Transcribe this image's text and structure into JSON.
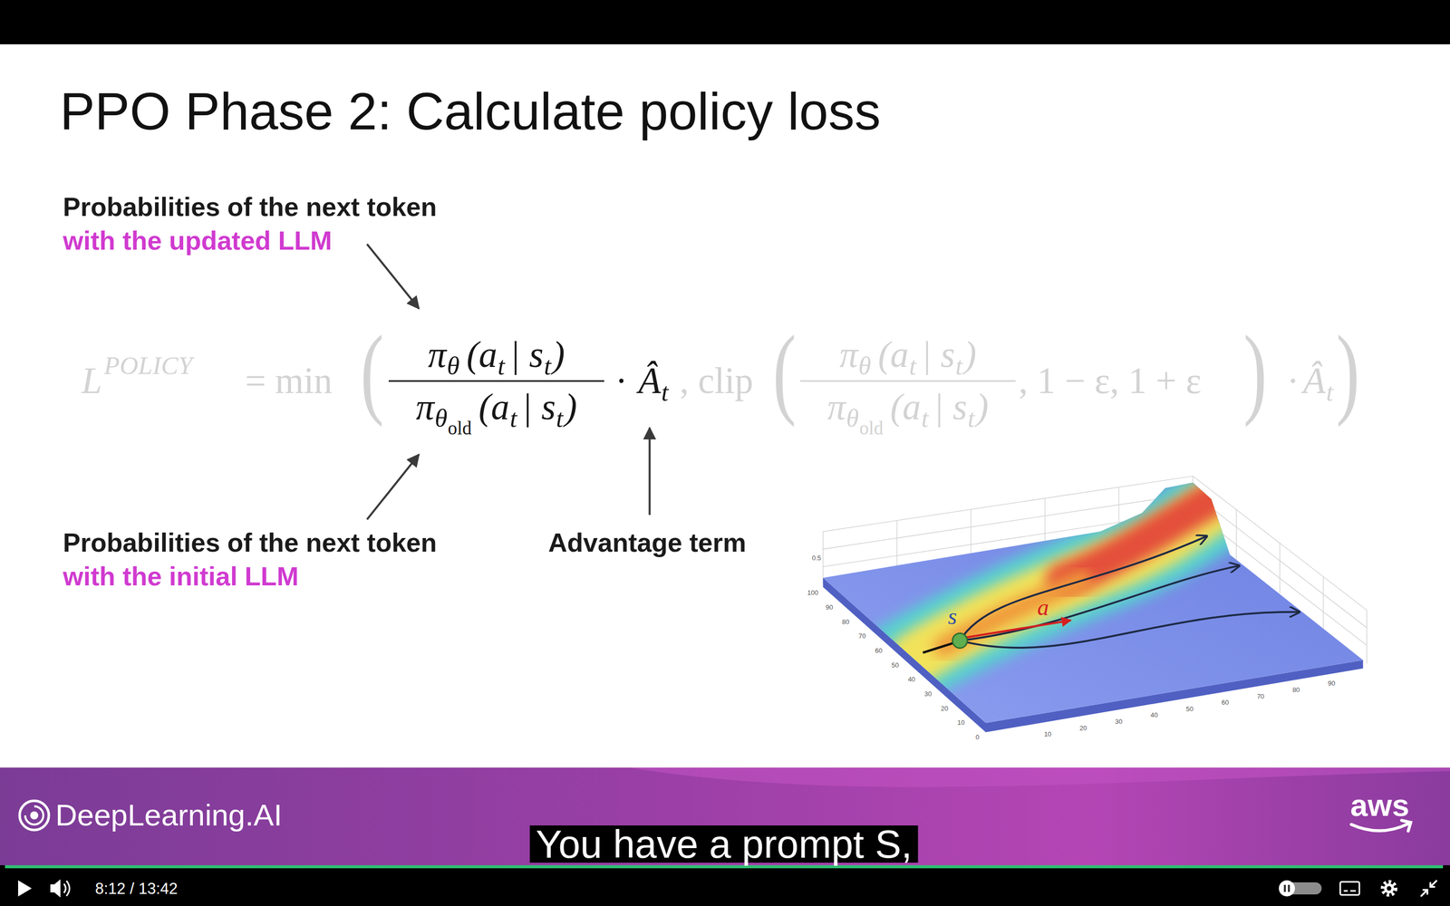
{
  "diagram": {
    "title": "PPO Phase 2: Calculate policy loss",
    "labels": [
      "Probabilities of the next token",
      "with the updated LLM",
      "Probabilities of the next token",
      "with the initial LLM",
      "Advantage term",
      "L",
      "POLICY",
      "= min",
      "(",
      "π",
      "θ",
      "(a",
      "t",
      "| s",
      "t",
      ")",
      "π",
      "θ",
      "old",
      "(a",
      "t",
      "| s",
      "t",
      ")",
      "·",
      "Â",
      "t",
      ", clip",
      "(",
      "π",
      "θ",
      "(a",
      "t",
      "| s",
      "t",
      ")",
      "π",
      "θ",
      "old",
      "(a",
      "t",
      "| s",
      "t",
      ")",
      ", 1 − ε, 1 + ε",
      ")",
      "·",
      "Â",
      "t",
      ")",
      "s",
      "a",
      "DeepLearning.AI",
      "aws",
      "You have a prompt S,",
      "8:12 / 13:42",
      "0.5",
      "100",
      "90",
      "80",
      "70",
      "60",
      "50",
      "40",
      "30",
      "20",
      "10",
      "0",
      "10",
      "20",
      "30",
      "40",
      "50",
      "60",
      "70",
      "80",
      "90"
    ]
  }
}
